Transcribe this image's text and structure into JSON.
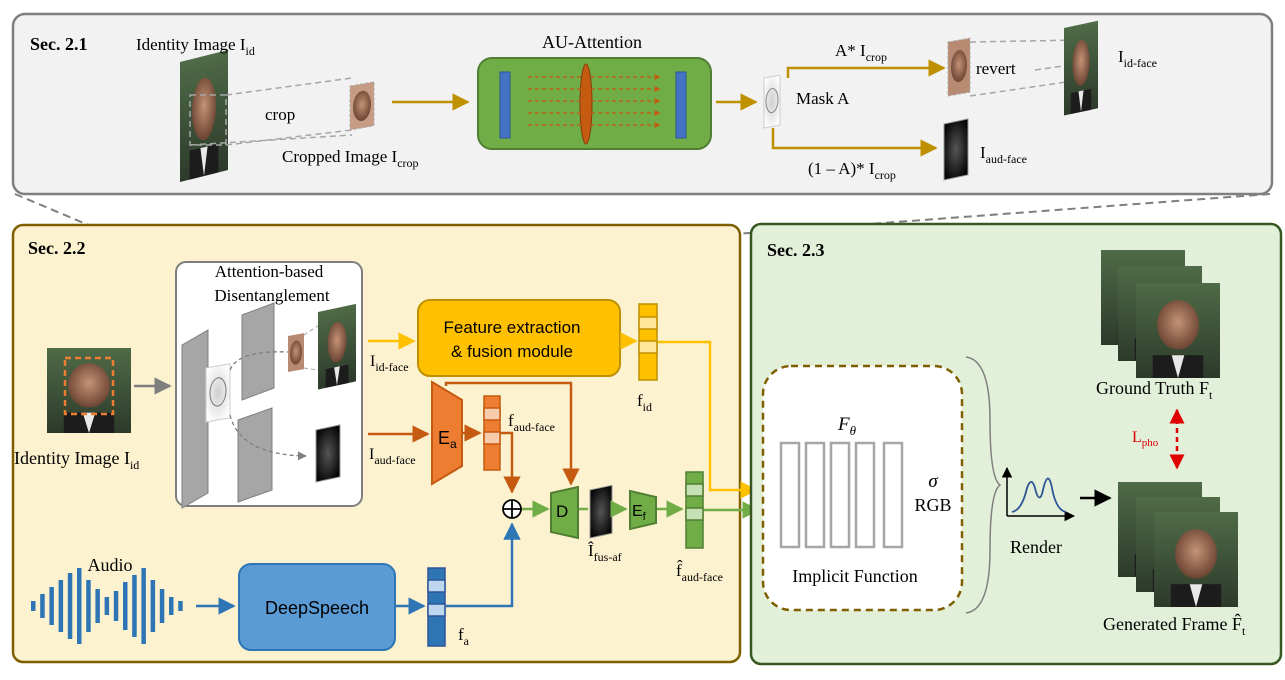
{
  "sections": {
    "s21": "Sec. 2.1",
    "s22": "Sec. 2.2",
    "s23": "Sec. 2.3"
  },
  "top": {
    "identity_image_label": "Identity Image I",
    "identity_image_sub": "id",
    "crop_label": "crop",
    "cropped_image_label": "Cropped Image I",
    "cropped_image_sub": "crop",
    "au_attention_title": "AU-Attention",
    "mask_label": "Mask A",
    "upper_branch_label": "A* I",
    "upper_branch_sub": "crop",
    "revert_label": "revert",
    "id_face_label": "I",
    "id_face_sub": "id-face",
    "lower_branch_label": "(1 – A)* I",
    "lower_branch_sub": "crop",
    "aud_face_label": "I",
    "aud_face_sub": "aud-face"
  },
  "mid": {
    "attention_block_title_1": "Attention-based",
    "attention_block_title_2": "Disentanglement",
    "identity_image_label": "Identity Image I",
    "identity_image_sub": "id",
    "id_face_label": "I",
    "id_face_sub": "id-face",
    "aud_face_label": "I",
    "aud_face_sub": "aud-face",
    "feature_box_line1": "Feature extraction",
    "feature_box_line2": "& fusion module",
    "f_id_label": "f",
    "f_id_sub": "id",
    "encoder_label": "E",
    "encoder_sub": "a",
    "f_aud_label": "f",
    "f_aud_sub": "aud-face",
    "decoder_label": "D",
    "fus_label": "Î",
    "fus_sub": "fus-af",
    "ef_label": "E",
    "ef_sub": "f",
    "fhat_label": "f̂",
    "fhat_sub": "aud-face",
    "audio_label": "Audio",
    "deepspeech_label": "DeepSpeech",
    "fa_label": "f",
    "fa_sub": "a"
  },
  "right": {
    "f_theta_label": "F",
    "f_theta_sub": "θ",
    "sigma_label": "σ",
    "rgb_label": "RGB",
    "implicit_label": "Implicit Function",
    "render_label": "Render",
    "gt_label": "Ground Truth F",
    "gt_sub": "t",
    "loss_label": "L",
    "loss_sub": "pho",
    "gen_label": "Generated Frame F̂",
    "gen_sub": "t"
  },
  "colors": {
    "section_top_bg": "#f2f2f2",
    "section_mid_bg": "#fdf2d0",
    "section_mid_border": "#7f6000",
    "section_right_bg": "#e2efd9",
    "section_right_border": "#385723",
    "au_attention_bg": "#70ad47",
    "feature_box_bg": "#ffc000",
    "deepspeech_bg": "#5b9bd5",
    "encoder_color": "#ed7d31",
    "green_arrow": "#70ad47",
    "orange_arrow": "#c55a11",
    "gold_arrow": "#bf9000",
    "blue_arrow": "#2e75b6",
    "yellow_arrow": "#ffc000",
    "loss_color": "#e00000"
  }
}
